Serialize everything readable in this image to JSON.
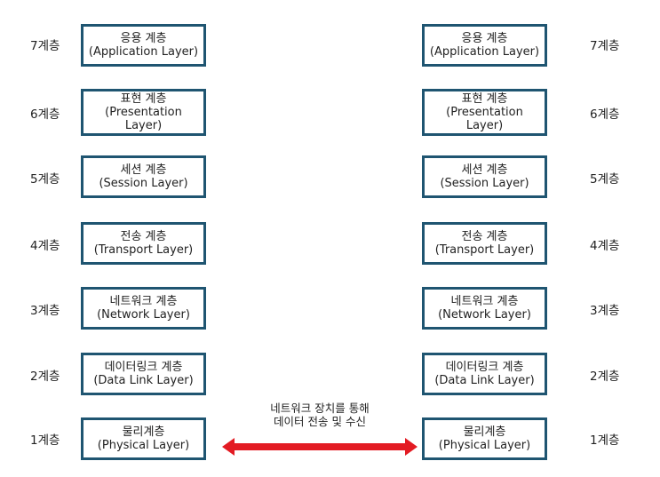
{
  "left_stack": [
    {
      "level": "7계층",
      "name": "응용 계층",
      "english": "(Application Layer)"
    },
    {
      "level": "6계층",
      "name": "표현 계층",
      "english": "(Presentation Layer)"
    },
    {
      "level": "5계층",
      "name": "세션 계층",
      "english": "(Session Layer)"
    },
    {
      "level": "4계층",
      "name": "전송 계층",
      "english": "(Transport Layer)"
    },
    {
      "level": "3계층",
      "name": "네트워크 계층",
      "english": "(Network Layer)"
    },
    {
      "level": "2계층",
      "name": "데이터링크 계층",
      "english": "(Data Link Layer)"
    },
    {
      "level": "1계층",
      "name": "물리계층",
      "english": "(Physical Layer)"
    }
  ],
  "right_stack": [
    {
      "level": "7계층",
      "name": "응용 계층",
      "english": "(Application Layer)"
    },
    {
      "level": "6계층",
      "name": "표현 계층",
      "english": "(Presentation Layer)"
    },
    {
      "level": "5계층",
      "name": "세션 계층",
      "english": "(Session Layer)"
    },
    {
      "level": "4계층",
      "name": "전송 계층",
      "english": "(Transport Layer)"
    },
    {
      "level": "3계층",
      "name": "네트워크 계층",
      "english": "(Network Layer)"
    },
    {
      "level": "2계층",
      "name": "데이터링크 계층",
      "english": "(Data Link Layer)"
    },
    {
      "level": "1계층",
      "name": "물리계층",
      "english": "(Physical Layer)"
    }
  ],
  "connection": {
    "caption_line1": "네트워크 장치를 통해",
    "caption_line2": "데이터 전송 및 수신"
  },
  "colors": {
    "box_border": "#1f5571",
    "arrow": "#e31b23"
  }
}
